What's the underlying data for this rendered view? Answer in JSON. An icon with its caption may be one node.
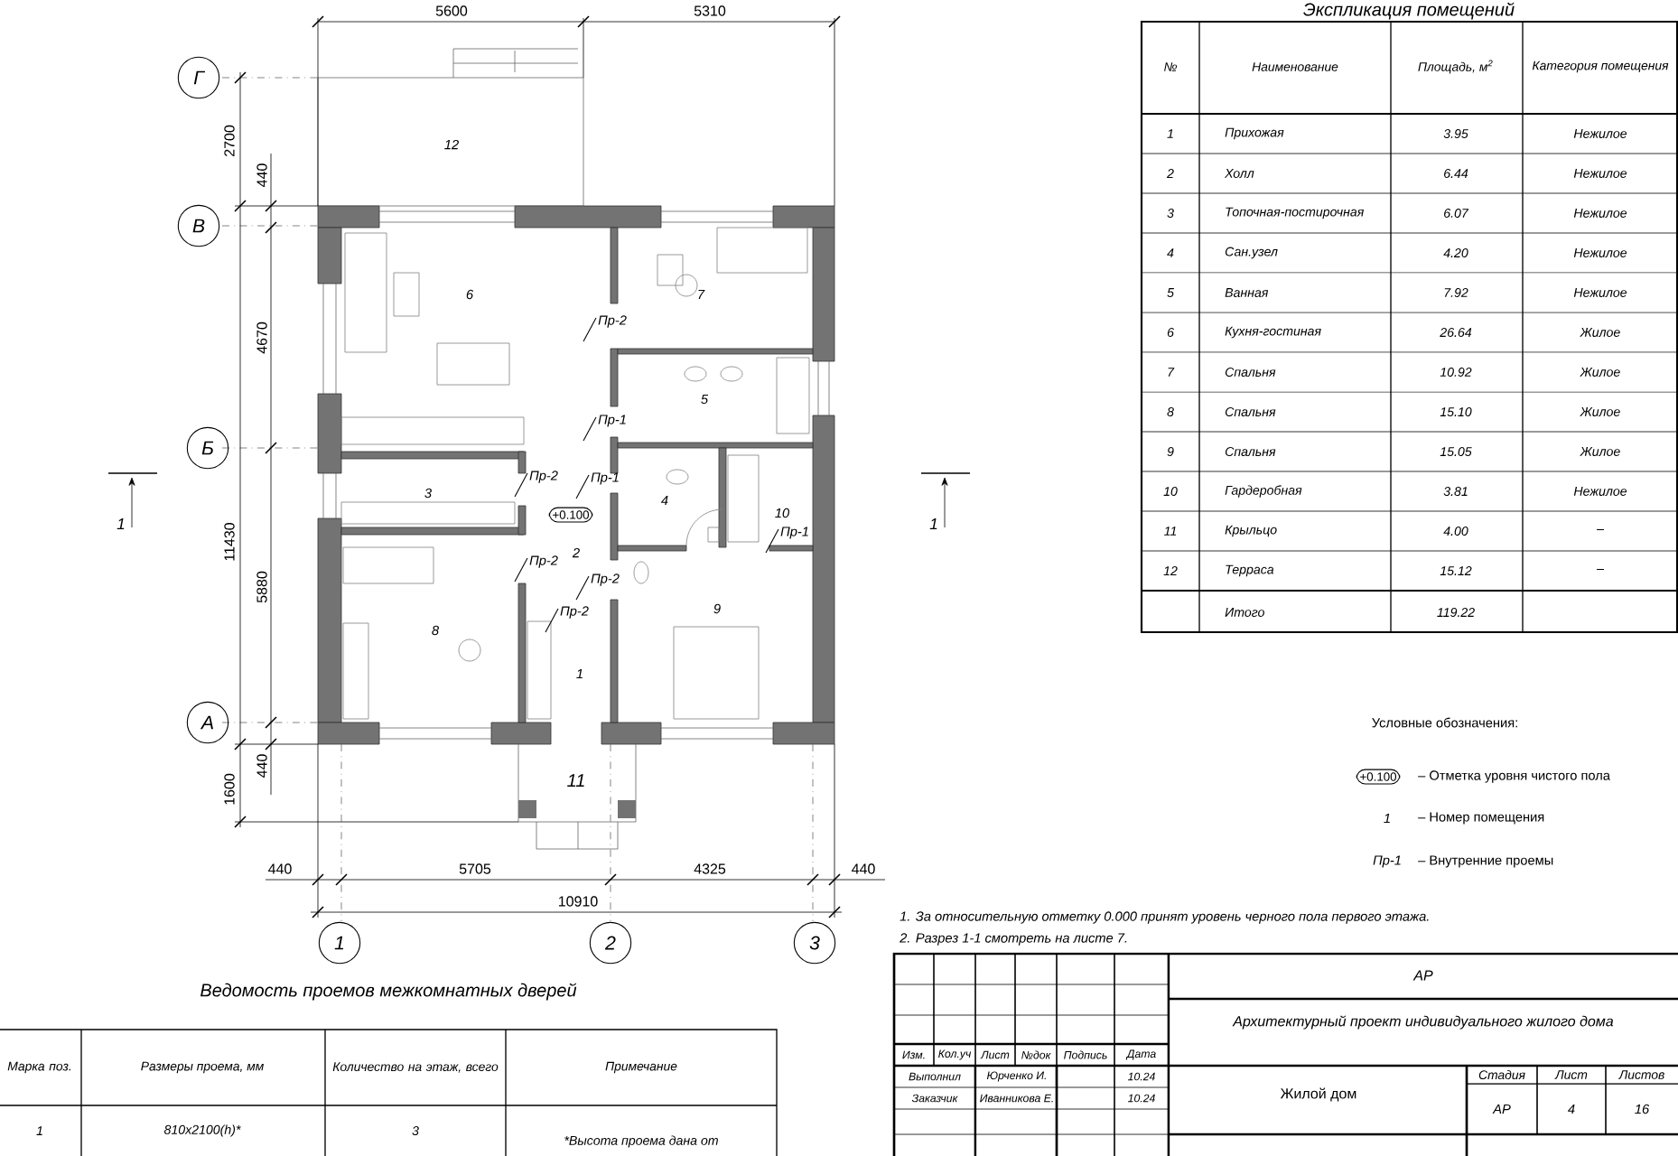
{
  "diagram": {
    "nodes": [
      {
        "text": [
          "Г"
        ]
      },
      {
        "text": [
          "В"
        ]
      },
      {
        "text": [
          "Б"
        ]
      },
      {
        "text": [
          "А"
        ]
      },
      {
        "text": [
          "1"
        ]
      },
      {
        "text": [
          "2"
        ]
      },
      {
        "text": [
          "3"
        ]
      }
    ],
    "labels": [
      "5600",
      "5310",
      "2700",
      "440",
      "4670",
      "11430",
      "5880",
      "1600",
      "440",
      "440",
      "5705",
      "4325",
      "440",
      "10910",
      "12",
      "6",
      "7",
      "5",
      "3",
      "4",
      "2",
      "10",
      "8",
      "9",
      "1",
      "11",
      "+0.100",
      "Пр-2",
      "Пр-1",
      "Пр-2",
      "Пр-1",
      "Пр-2",
      "Пр-2",
      "Пр-1",
      "Пр-2",
      "1",
      "1",
      "Экспликация помещений",
      "№",
      "Наименование",
      "Площадь, м$^{2}$",
      "Категория помещения",
      "1",
      "Прихожая",
      "3.95",
      "Нежилое",
      "2",
      "Холл",
      "6.44",
      "Нежилое",
      "3",
      "Топочная-постирочная",
      "6.07",
      "Нежилое",
      "4",
      "Сан.узел",
      "4.20",
      "Нежилое",
      "5",
      "Ванная",
      "7.92",
      "Нежилое",
      "6",
      "Кухня-гостиная",
      "26.64",
      "Жилое",
      "7",
      "Спальня",
      "10.92",
      "Жилое",
      "8",
      "Спальня",
      "15.10",
      "Жилое",
      "9",
      "Спальня",
      "15.05",
      "Жилое",
      "10",
      "Гардеробная",
      "3.81",
      "Нежилое",
      "11",
      "Крыльцо",
      "4.00",
      "–",
      "12",
      "Терраса",
      "15.12",
      "–",
      "Итого",
      "119.22",
      "Условные обозначения:",
      "+0.100",
      "1",
      "Пр-1",
      "1. За относительную отметку 0.000 принят уровень черного пола первого этажа.",
      "2. Разрез 1-1 смотреть на листе 7.",
      "Ведомость проемов межкомнатных дверей",
      "Марка поз.",
      "Размеры проема, мм",
      "Количество на этаж, всего",
      "Примечание",
      "1",
      "810х2100(h)*",
      "3",
      "*Высота проема дана от",
      "Изм.",
      "Кол.уч",
      "Лист",
      "№док",
      "Подпись",
      "Дата",
      "Выполнил",
      "Юрченко И.",
      "10.24",
      "Заказчик",
      "Иванникова Е.",
      "10.24",
      "АР",
      "Архитектурный проект индивидуального жилого дома",
      "Жилой дом",
      "Стадия",
      "Лист",
      "Листов",
      "АР",
      "4",
      "16"
    ],
    "legend": [
      {
        "text": "– Отметка уровня чистого пола"
      },
      {
        "text": "– Номер помещения"
      },
      {
        "text": "– Внутренние проемы"
      }
    ]
  }
}
